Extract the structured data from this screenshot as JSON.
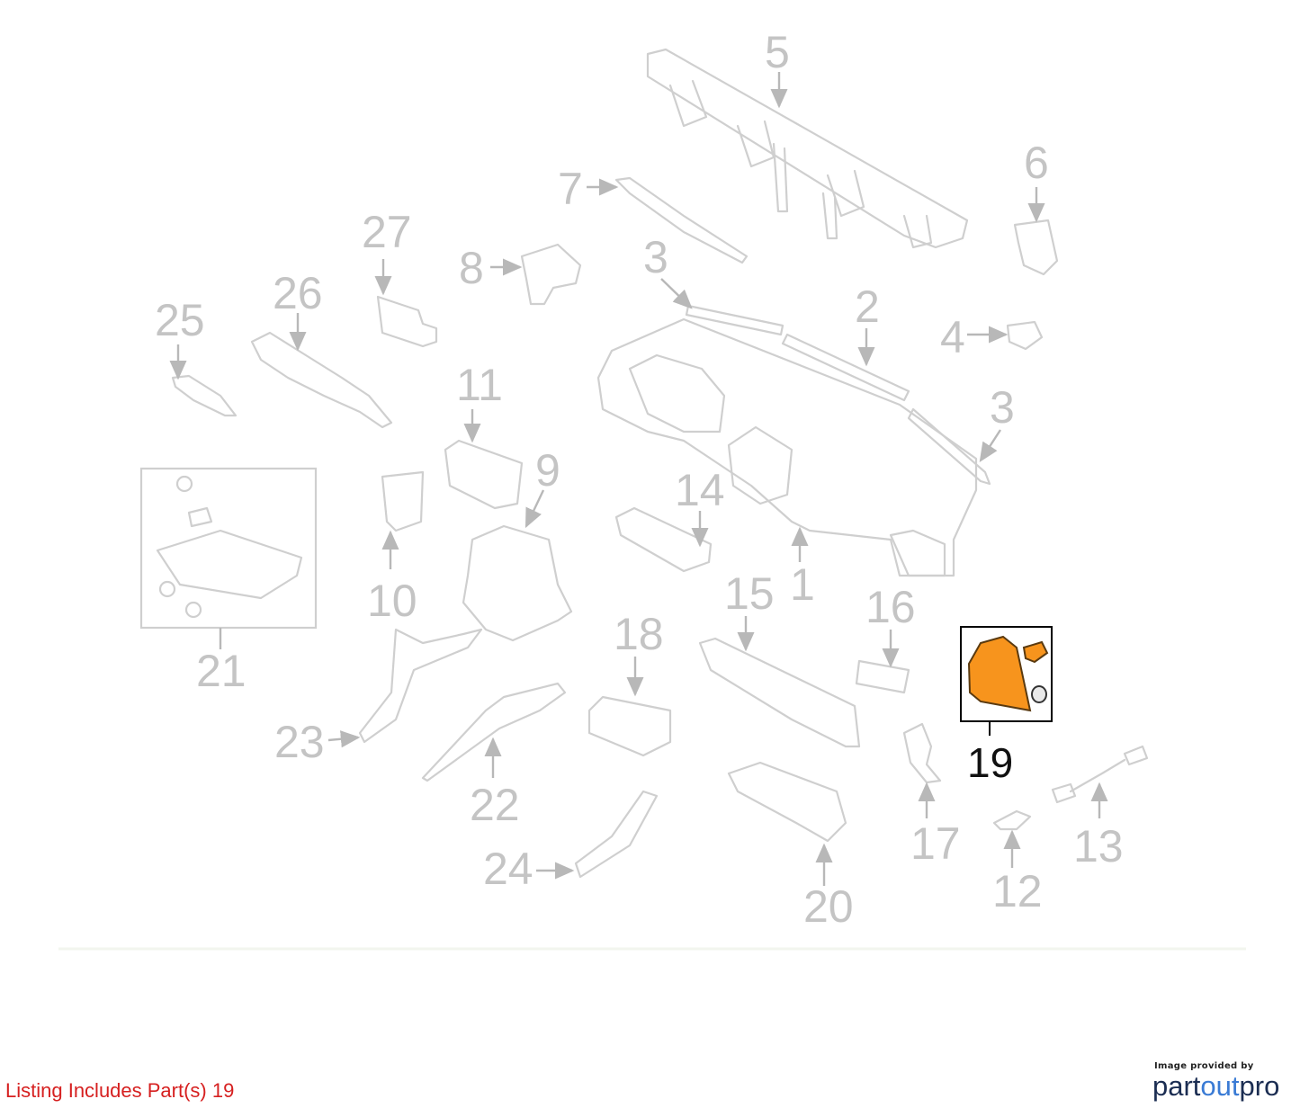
{
  "callouts": [
    {
      "id": "5",
      "text": "5"
    },
    {
      "id": "6",
      "text": "6"
    },
    {
      "id": "7",
      "text": "7"
    },
    {
      "id": "27",
      "text": "27"
    },
    {
      "id": "8",
      "text": "8"
    },
    {
      "id": "3a",
      "text": "3"
    },
    {
      "id": "2",
      "text": "2"
    },
    {
      "id": "26",
      "text": "26"
    },
    {
      "id": "25",
      "text": "25"
    },
    {
      "id": "4",
      "text": "4"
    },
    {
      "id": "11",
      "text": "11"
    },
    {
      "id": "3b",
      "text": "3"
    },
    {
      "id": "9",
      "text": "9"
    },
    {
      "id": "14",
      "text": "14"
    },
    {
      "id": "1",
      "text": "1"
    },
    {
      "id": "15",
      "text": "15"
    },
    {
      "id": "16",
      "text": "16"
    },
    {
      "id": "10",
      "text": "10"
    },
    {
      "id": "21",
      "text": "21"
    },
    {
      "id": "18",
      "text": "18"
    },
    {
      "id": "19",
      "text": "19"
    },
    {
      "id": "23",
      "text": "23"
    },
    {
      "id": "22",
      "text": "22"
    },
    {
      "id": "17",
      "text": "17"
    },
    {
      "id": "13",
      "text": "13"
    },
    {
      "id": "12",
      "text": "12"
    },
    {
      "id": "24",
      "text": "24"
    },
    {
      "id": "20",
      "text": "20"
    }
  ],
  "highlighted_part": "19",
  "colors": {
    "highlight_fill": "#f7941d",
    "faded_part": "#cfcfcf",
    "note_text": "#d62020",
    "brand_dark": "#1b2d52",
    "brand_accent": "#3a7bd5"
  },
  "footer": {
    "listing_note": "Listing Includes Part(s) 19"
  },
  "brand": {
    "provided_by": "Image provided by",
    "name_part1": "part",
    "name_part2": "out",
    "name_part3": "pro"
  }
}
